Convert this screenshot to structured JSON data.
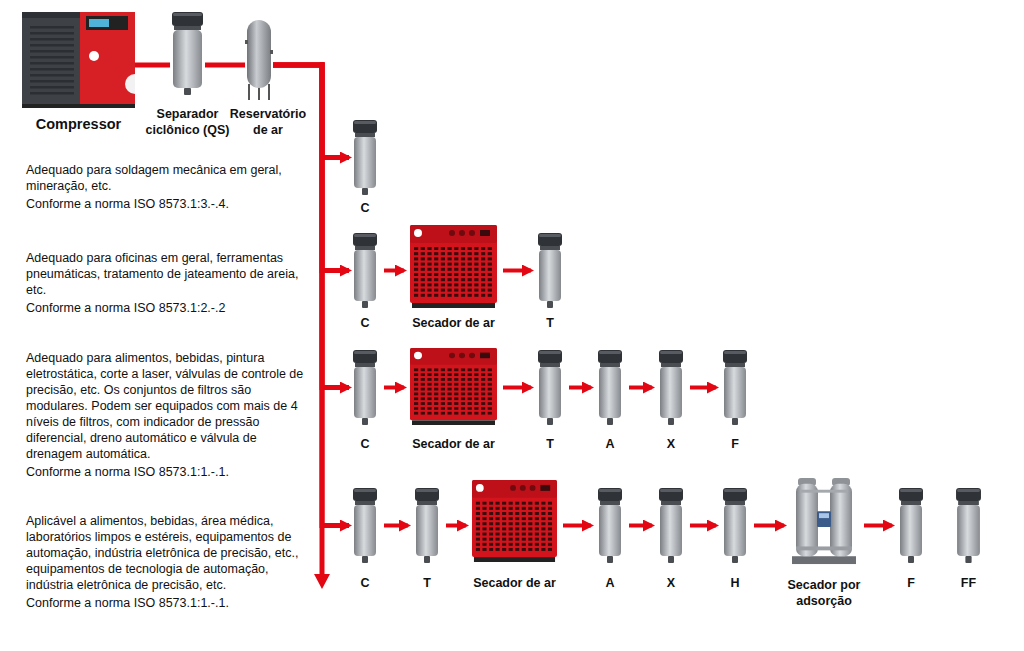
{
  "diagram": {
    "nodes": [
      {
        "text": [
          "Compressor"
        ]
      },
      {
        "text": [
          "Separador ciclônico (QS)"
        ]
      },
      {
        "text": [
          "Reservatório de ar"
        ]
      },
      {
        "text": [
          "C"
        ]
      },
      {
        "text": [
          "C"
        ]
      },
      {
        "text": [
          "Secador de ar"
        ]
      },
      {
        "text": [
          "T"
        ]
      },
      {
        "text": [
          "C"
        ]
      },
      {
        "text": [
          "Secador de ar"
        ]
      },
      {
        "text": [
          "T"
        ]
      },
      {
        "text": [
          "A"
        ]
      },
      {
        "text": [
          "X"
        ]
      },
      {
        "text": [
          "F"
        ]
      },
      {
        "text": [
          "C"
        ]
      },
      {
        "text": [
          "T"
        ]
      },
      {
        "text": [
          "Secador de ar"
        ]
      },
      {
        "text": [
          "A"
        ]
      },
      {
        "text": [
          "X"
        ]
      },
      {
        "text": [
          "H"
        ]
      },
      {
        "text": [
          "Secador por adsorção"
        ]
      },
      {
        "text": [
          "F"
        ]
      },
      {
        "text": [
          "FF"
        ]
      }
    ],
    "edges": [
      {
        "from": 0,
        "to": 1,
        "arrow": "none"
      },
      {
        "from": 1,
        "to": 2,
        "arrow": "none"
      },
      {
        "from": 2,
        "to": 3,
        "arrow": "to"
      },
      {
        "from": 2,
        "to": 4,
        "arrow": "to"
      },
      {
        "from": 4,
        "to": 5,
        "arrow": "to"
      },
      {
        "from": 5,
        "to": 6,
        "arrow": "to"
      },
      {
        "from": 2,
        "to": 7,
        "arrow": "to"
      },
      {
        "from": 7,
        "to": 8,
        "arrow": "to"
      },
      {
        "from": 8,
        "to": 9,
        "arrow": "to"
      },
      {
        "from": 9,
        "to": 10,
        "arrow": "to"
      },
      {
        "from": 10,
        "to": 11,
        "arrow": "to"
      },
      {
        "from": 11,
        "to": 12,
        "arrow": "to"
      },
      {
        "from": 2,
        "to": 13,
        "arrow": "to"
      },
      {
        "from": 13,
        "to": 14,
        "arrow": "to"
      },
      {
        "from": 14,
        "to": 15,
        "arrow": "to"
      },
      {
        "from": 15,
        "to": 16,
        "arrow": "to"
      },
      {
        "from": 16,
        "to": 17,
        "arrow": "to"
      },
      {
        "from": 17,
        "to": 18,
        "arrow": "to"
      },
      {
        "from": 18,
        "to": 19,
        "arrow": "to"
      },
      {
        "from": 19,
        "to": 20,
        "arrow": "to"
      }
    ],
    "labels": [
      "Adequado para soldagem mecânica em geral, mineração, etc.",
      "Conforme a norma ISO 8573.1:3.-.4.",
      "Adequado para oficinas em geral, ferramentas pneumáticas, tratamento de jateamento de areia, etc.",
      "Conforme a norma ISO 8573.1:2.-.2",
      "Adequado para alimentos, bebidas, pintura eletrostática, corte a laser, válvulas de controle de precisão, etc. Os conjuntos de filtros são modulares. Podem ser equipados com mais de 4 níveis de filtros, com indicador de pressão diferencial, dreno automático e válvula de drenagem automática.",
      "Conforme a norma ISO 8573.1:1.-.1.",
      "Aplicável a alimentos, bebidas, área médica, laboratórios limpos e estéreis, equipamentos de automação, indústria eletrônica de precisão, etc., equipamentos de tecnologia de automação, indústria eletrônica de precisão, etc.",
      "Conforme a norma ISO 8573.1:1.-.1."
    ]
  }
}
